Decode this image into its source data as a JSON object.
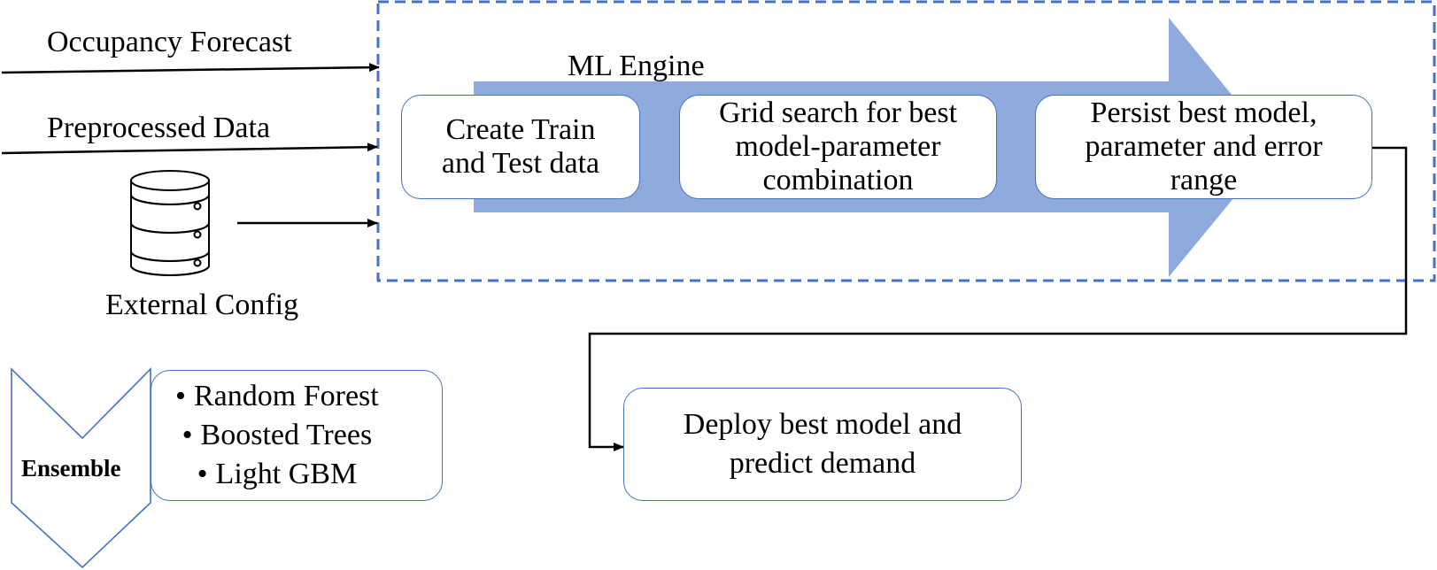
{
  "colors": {
    "accent": "#4472c4",
    "arrow_fill": "#8faadc",
    "line": "#000000"
  },
  "inputs": {
    "occupancy_forecast": "Occupancy Forecast",
    "preprocessed_data": "Preprocessed Data",
    "external_config": "External Config",
    "database_icon": "database-icon"
  },
  "engine": {
    "title": "ML Engine",
    "steps": [
      {
        "label": "Create Train and Test data"
      },
      {
        "label": "Grid search for best model-parameter combination"
      },
      {
        "label": "Persist best model, parameter and error range"
      }
    ]
  },
  "deploy": {
    "label": "Deploy best model and predict demand"
  },
  "ensemble": {
    "label": "Ensemble",
    "models": [
      "Random Forest",
      "Boosted Trees",
      "Light GBM"
    ]
  }
}
